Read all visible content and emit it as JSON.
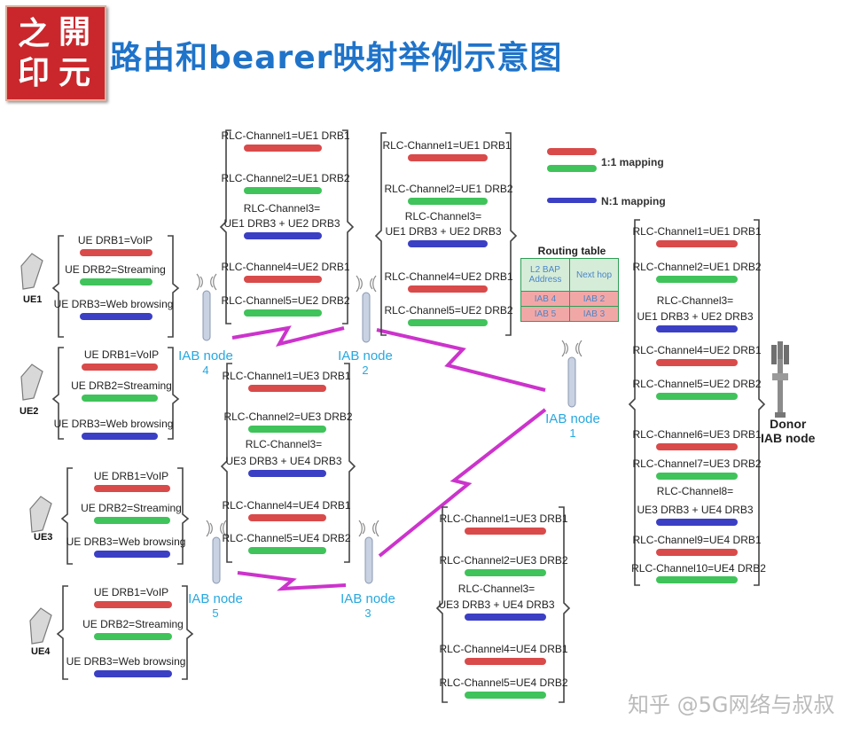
{
  "logo": {
    "chars": [
      "之",
      "開",
      "印",
      "元"
    ]
  },
  "title": "路由和bearer映射举例示意图",
  "colors": {
    "red": "#d94a4a",
    "green": "#3fc35a",
    "blue": "#3b3fc4",
    "link": "#cc33cc",
    "node_label": "#27a8e0",
    "title": "#1f73c9"
  },
  "legend": {
    "one_to_one": "1:1 mapping",
    "n_to_one": "N:1 mapping"
  },
  "ues": [
    {
      "name": "UE1",
      "drb1": "UE DRB1=VoIP",
      "drb2": "UE DRB2=Streaming",
      "drb3": "UE DRB3=Web browsing"
    },
    {
      "name": "UE2",
      "drb1": "UE DRB1=VoIP",
      "drb2": "UE DRB2=Streaming",
      "drb3": "UE DRB3=Web browsing"
    },
    {
      "name": "UE3",
      "drb1": "UE DRB1=VoIP",
      "drb2": "UE DRB2=Streaming",
      "drb3": "UE DRB3=Web browsing"
    },
    {
      "name": "UE4",
      "drb1": "UE DRB1=VoIP",
      "drb2": "UE DRB2=Streaming",
      "drb3": "UE DRB3=Web browsing"
    }
  ],
  "nodes": [
    {
      "name": "IAB node",
      "num": "4"
    },
    {
      "name": "IAB node",
      "num": "2"
    },
    {
      "name": "IAB node",
      "num": "1"
    },
    {
      "name": "IAB node",
      "num": "5"
    },
    {
      "name": "IAB node",
      "num": "3"
    }
  ],
  "donor": {
    "line1": "Donor",
    "line2": "IAB node"
  },
  "channels_4_2": [
    "RLC-Channel1=UE1 DRB1",
    "RLC-Channel2=UE1 DRB2",
    "RLC-Channel3=",
    "UE1 DRB3 + UE2 DRB3",
    "RLC-Channel4=UE2 DRB1",
    "RLC-Channel5=UE2 DRB2"
  ],
  "channels_2_1": [
    "RLC-Channel1=UE1 DRB1",
    "RLC-Channel2=UE1 DRB2",
    "RLC-Channel3=",
    "UE1 DRB3 + UE2 DRB3",
    "RLC-Channel4=UE2 DRB1",
    "RLC-Channel5=UE2 DRB2"
  ],
  "channels_5_3": [
    "RLC-Channel1=UE3 DRB1",
    "RLC-Channel2=UE3 DRB2",
    "RLC-Channel3=",
    "UE3 DRB3 + UE4 DRB3",
    "RLC-Channel4=UE4 DRB1",
    "RLC-Channel5=UE4 DRB2"
  ],
  "channels_3_1": [
    "RLC-Channel1=UE3 DRB1",
    "RLC-Channel2=UE3 DRB2",
    "RLC-Channel3=",
    "UE3 DRB3 + UE4 DRB3",
    "RLC-Channel4=UE4 DRB1",
    "RLC-Channel5=UE4 DRB2"
  ],
  "channels_donor": [
    "RLC-Channel1=UE1 DRB1",
    "RLC-Channel2=UE1 DRB2",
    "RLC-Channel3=",
    "UE1 DRB3 + UE2 DRB3",
    "RLC-Channel4=UE2 DRB1",
    "RLC-Channel5=UE2 DRB2",
    "RLC-Channel6=UE3 DRB1",
    "RLC-Channel7=UE3 DRB2",
    "RLC-Channel8=",
    "UE3 DRB3 + UE4 DRB3",
    "RLC-Channel9=UE4 DRB1",
    "RLC-Channel10=UE4 DRB2"
  ],
  "routing_table": {
    "title": "Routing table",
    "headers": [
      "L2 BAP Address",
      "Next hop"
    ],
    "rows": [
      [
        "IAB 4",
        "IAB 2"
      ],
      [
        "IAB 5",
        "IAB 3"
      ]
    ]
  },
  "watermark": "知乎 @5G网络与叔叔"
}
